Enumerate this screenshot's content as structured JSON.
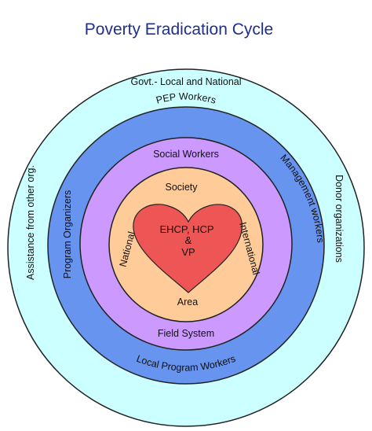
{
  "title": "Poverty Eradication Cycle",
  "colors": {
    "title": "#1f2f8c",
    "ring_outer": "#ccffff",
    "ring_blue": "#6694ee",
    "ring_purple": "#cc99ff",
    "ring_peach": "#ffcc99",
    "heart": "#ee5555",
    "stroke": "#222222"
  },
  "rings": {
    "outer": {
      "top": "Govt.- Local and National",
      "left": "Assistance from other org.",
      "right": "Donor organizations"
    },
    "second": {
      "top": "PEP Workers",
      "left": "Program Organizers",
      "right": "Management workers",
      "bottom": "Local Program Workers"
    },
    "third": {
      "top": "Social Workers",
      "bottom": "Field System"
    },
    "fourth": {
      "top": "Society",
      "left": "National",
      "right": "International",
      "bottom": "Area"
    }
  },
  "heart": {
    "line1": "EHCP, HCP",
    "line2": "&",
    "line3": "VP"
  }
}
